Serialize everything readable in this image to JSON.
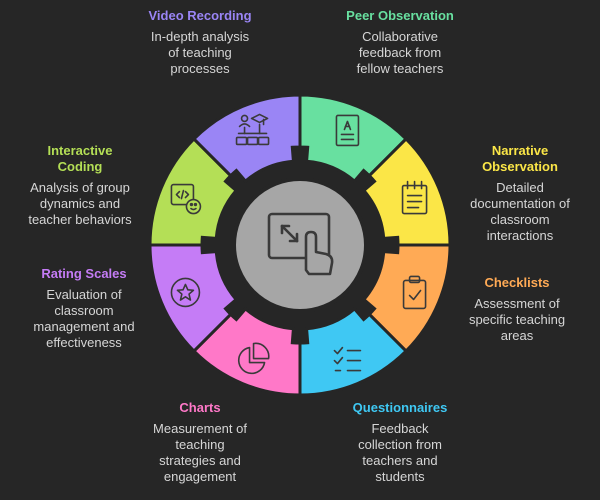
{
  "center": {
    "icon": "expand-touch-icon"
  },
  "segments": [
    {
      "key": "peer-observation",
      "title": "Peer Observation",
      "desc": "Collaborative\nfeedback from\nfellow teachers",
      "color": "#68e0a0",
      "icon": "document-icon"
    },
    {
      "key": "narrative-observation",
      "title": "Narrative\nObservation",
      "desc": "Detailed\ndocumentation of\nclassroom\ninteractions",
      "color": "#fbe647",
      "icon": "notepad-icon"
    },
    {
      "key": "checklists",
      "title": "Checklists",
      "desc": "Assessment of\nspecific teaching\nareas",
      "color": "#ffaa55",
      "icon": "clipboard-check-icon"
    },
    {
      "key": "questionnaires",
      "title": "Questionnaires",
      "desc": "Feedback\ncollection from\nteachers and\nstudents",
      "color": "#3fc8f3",
      "icon": "checklist-icon"
    },
    {
      "key": "charts",
      "title": "Charts",
      "desc": "Measurement of\nteaching\nstrategies and\nengagement",
      "color": "#ff78c8",
      "icon": "pie-chart-icon"
    },
    {
      "key": "rating-scales",
      "title": "Rating Scales",
      "desc": "Evaluation of\nclassroom\nmanagement and\neffectiveness",
      "color": "#c57cf6",
      "icon": "star-icon"
    },
    {
      "key": "interactive-coding",
      "title": "Interactive\nCoding",
      "desc": "Analysis of group\ndynamics and\nteacher behaviors",
      "color": "#b4df56",
      "icon": "code-icon"
    },
    {
      "key": "video-recording",
      "title": "Video Recording",
      "desc": "In-depth analysis\nof teaching\nprocesses",
      "color": "#9a85f5",
      "icon": "network-icon"
    }
  ]
}
